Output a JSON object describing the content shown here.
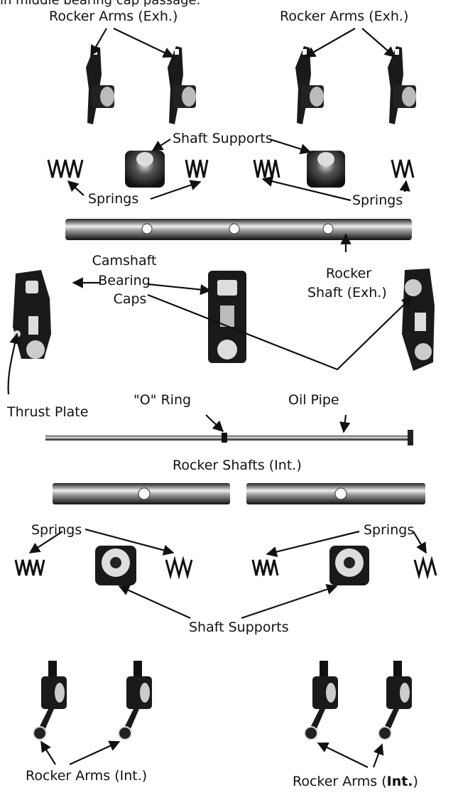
{
  "caption_fragment": "in middle bearing cap passage.",
  "labels": {
    "rocker_arms_exh_left": "Rocker Arms (Exh.)",
    "rocker_arms_exh_right": "Rocker Arms (Exh.)",
    "shaft_supports_top": "Shaft Supports",
    "springs_top_left": "Springs",
    "springs_top_right": "Springs",
    "camshaft": "Camshaft",
    "bearing": "Bearing",
    "caps": "Caps",
    "rocker": "Rocker",
    "shaft_exh": "Shaft (Exh.)",
    "thrust_plate": "Thrust Plate",
    "o_ring": "\"O\" Ring",
    "oil_pipe": "Oil Pipe",
    "rocker_shafts_int": "Rocker Shafts (Int.)",
    "springs_bottom_left": "Springs",
    "springs_bottom_right": "Springs",
    "shaft_supports_bottom": "Shaft Supports",
    "rocker_arms_int_left": "Rocker Arms (Int.)",
    "rocker_arms_int_right_prefix": "Rocker Arms (",
    "rocker_arms_int_right_bold": "Int.",
    "rocker_arms_int_right_suffix": ")"
  }
}
